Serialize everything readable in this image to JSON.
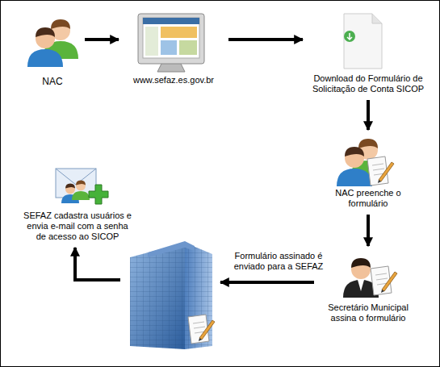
{
  "diagram": {
    "nodes": [
      {
        "text": [
          "NAC"
        ]
      },
      {
        "text": [
          "www.sefaz.es.gov.br"
        ]
      },
      {
        "text": [
          "Download do Formulário de Solicitação de Conta SICOP"
        ]
      },
      {
        "text": [
          "NAC preenche o formulário"
        ]
      },
      {
        "text": [
          "Secretário Municipal assina o formulário"
        ]
      },
      {
        "text": []
      },
      {
        "text": [
          "SEFAZ cadastra usuários e envia e-mail com a senha de acesso ao SICOP"
        ]
      }
    ],
    "edges": [
      {
        "from": 0,
        "to": 1,
        "arrow": "to"
      },
      {
        "from": 1,
        "to": 2,
        "arrow": "to"
      },
      {
        "from": 2,
        "to": 3,
        "arrow": "to"
      },
      {
        "from": 3,
        "to": 4,
        "arrow": "to"
      },
      {
        "from": 4,
        "to": 5,
        "label": "Formulário assinado é enviado para a SEFAZ",
        "arrow": "to"
      },
      {
        "from": 5,
        "to": 6,
        "arrow": "to"
      }
    ]
  }
}
